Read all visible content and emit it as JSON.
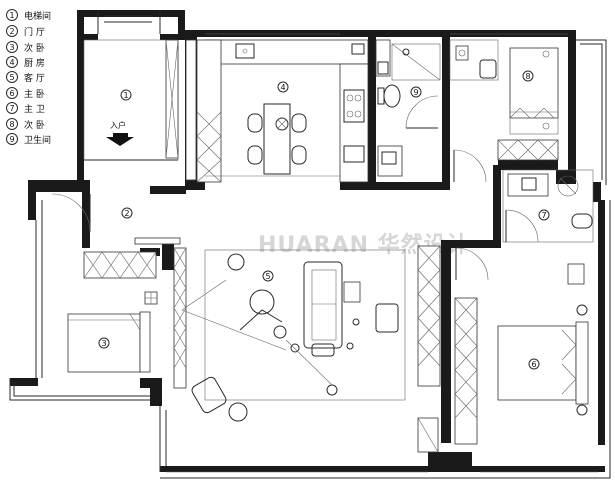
{
  "legend": [
    {
      "num": "1",
      "label": "电梯间"
    },
    {
      "num": "2",
      "label": "门 厅"
    },
    {
      "num": "3",
      "label": "次 卧"
    },
    {
      "num": "4",
      "label": "厨 房"
    },
    {
      "num": "5",
      "label": "客 厅"
    },
    {
      "num": "6",
      "label": "主 卧"
    },
    {
      "num": "7",
      "label": "主 卫"
    },
    {
      "num": "8",
      "label": "次 卧"
    },
    {
      "num": "9",
      "label": "卫生间"
    }
  ],
  "rooms": [
    {
      "num": "1"
    },
    {
      "num": "2"
    },
    {
      "num": "3"
    },
    {
      "num": "4"
    },
    {
      "num": "5"
    },
    {
      "num": "6"
    },
    {
      "num": "7"
    },
    {
      "num": "8"
    },
    {
      "num": "9"
    }
  ],
  "entrance_label": "入户",
  "watermark": "HUARAN 华然设计"
}
